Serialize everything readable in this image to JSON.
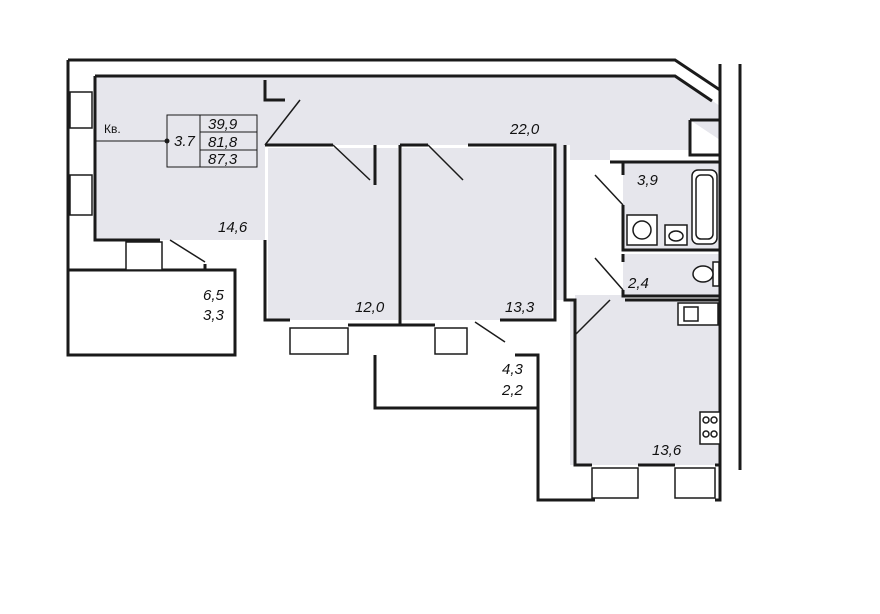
{
  "colors": {
    "room_fill": "#e6e6ec",
    "wall": "#1a1a1a",
    "white": "#ffffff"
  },
  "apartment": {
    "marker_label": "Кв.",
    "number": "3.7",
    "area_living": "39,9",
    "area_total": "81,8",
    "area_with_balcony": "87,3"
  },
  "rooms": {
    "living_room": "14,6",
    "hall": "22,0",
    "bedroom_middle": "12,0",
    "bedroom_right": "13,3",
    "bathroom": "3,9",
    "toilet": "2,4",
    "kitchen": "13,6",
    "balcony_left_area": "6,5",
    "balcony_left_reduced": "3,3",
    "balcony_middle_area": "4,3",
    "balcony_middle_reduced": "2,2"
  },
  "fixtures": {
    "bathtub": "bathtub-icon",
    "washing_machine": "washing-machine-icon",
    "sink": "sink-icon",
    "toilet": "toilet-icon",
    "kitchen_sink": "kitchen-sink-icon",
    "stove": "stove-icon"
  }
}
